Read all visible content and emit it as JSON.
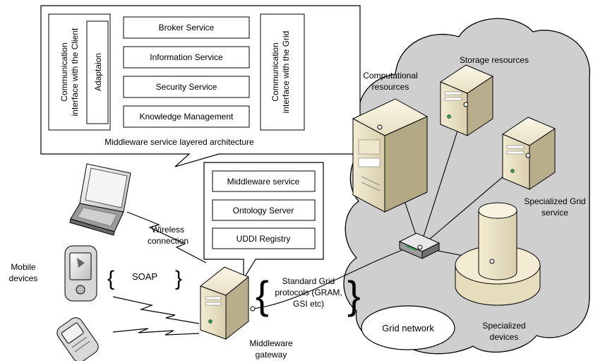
{
  "architecture": {
    "services": [
      "Broker Service",
      "Information Service",
      "Security Service",
      "Knowledge Management"
    ],
    "client_interface": [
      "Communication",
      "interface with the Client"
    ],
    "adaptation": "Adaptaion",
    "grid_interface": [
      "Communication",
      "interface with the Grid"
    ],
    "caption": "Middleware service layered architecture"
  },
  "gateway_stack": [
    "Middleware service",
    "Ontology Server",
    "UDDI Registry"
  ],
  "labels": {
    "wireless": [
      "Wireless",
      "connection"
    ],
    "mobile": [
      "Mobile",
      "devices"
    ],
    "soap": "SOAP",
    "protocols": [
      "Standard Grid",
      "protocols (GRAM,",
      "GSI etc)"
    ],
    "gateway": [
      "Middleware",
      "gateway"
    ],
    "grid_network": "Grid network",
    "computational": [
      "Computational",
      "resources"
    ],
    "storage": "Storage resources",
    "specialized_service": [
      "Specialized Grid",
      "service"
    ],
    "specialized_devices": [
      "Specialized",
      "devices"
    ]
  }
}
